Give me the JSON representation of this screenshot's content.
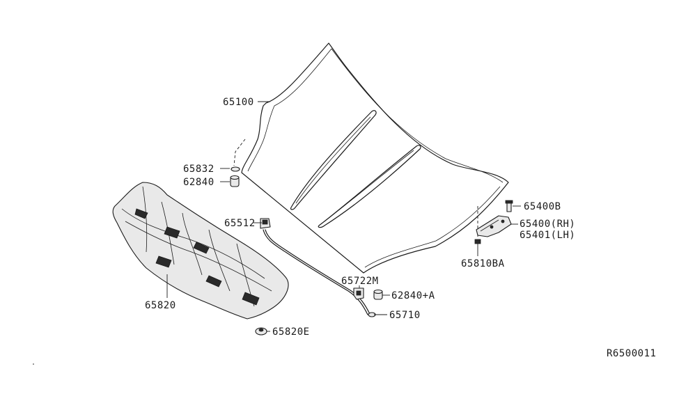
{
  "diagram": {
    "reference_code": "R6500011",
    "parts": {
      "hood": "65100",
      "hood_seal": "65832",
      "bumper_rubber": "62840",
      "cable_clip": "65512",
      "hood_insulator": "65820",
      "insulator_clip": "65820E",
      "lock_bracket": "65722M",
      "bumper_rubber_a": "62840+A",
      "release_cable": "65710",
      "hinge_bolt": "65400B",
      "hinge_rh": "65400(RH)",
      "hinge_lh": "65401(LH)",
      "hinge_nut": "65810BA"
    }
  }
}
